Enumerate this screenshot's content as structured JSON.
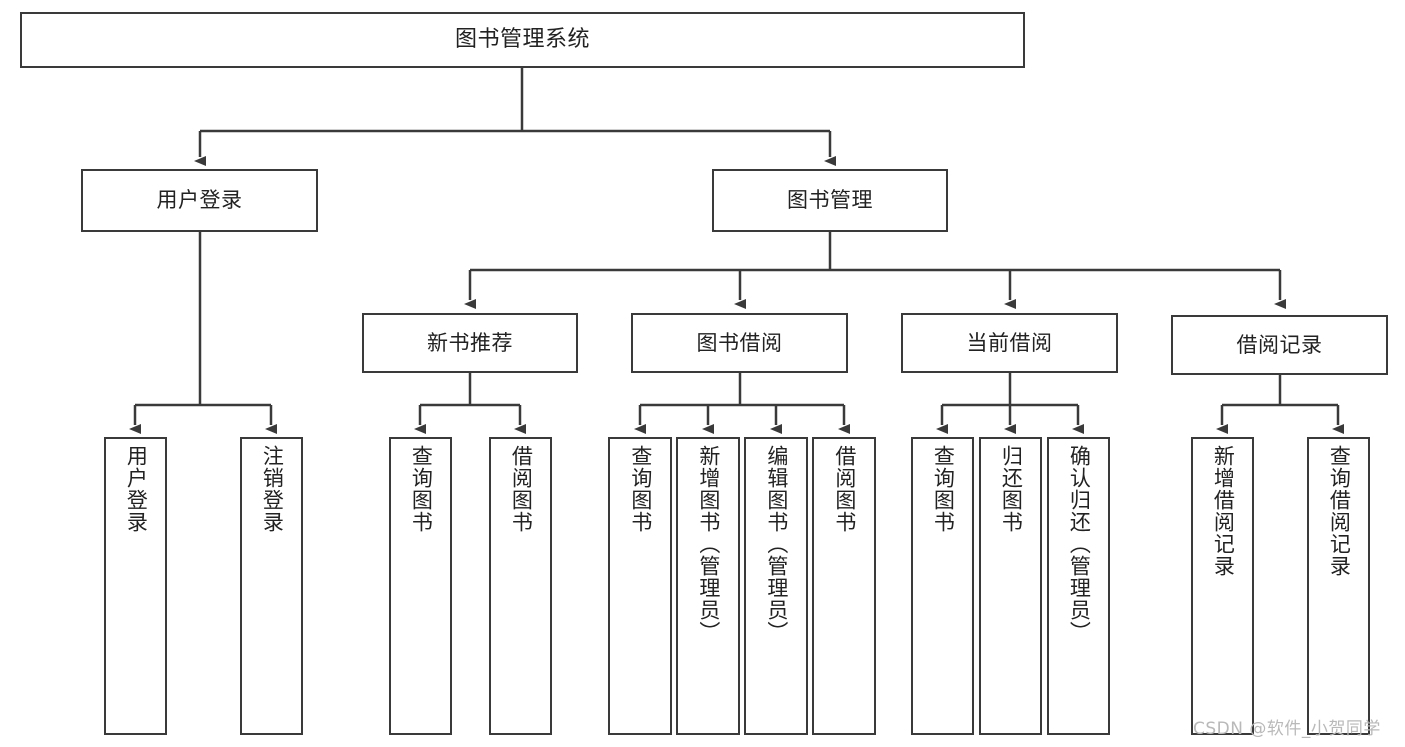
{
  "diagram": {
    "title": "图书管理系统",
    "watermark": "CSDN @软件_小贺同学",
    "line_color": "#3a3a3a",
    "box_fill": "#ffffff",
    "text_color": "#222222",
    "watermark_color": "#b9b9b9"
  },
  "nodes": {
    "root": {
      "label": "图书管理系统"
    },
    "user_login": {
      "label": "用户登录"
    },
    "book_manage": {
      "label": "图书管理"
    },
    "new_book_rec": {
      "label": "新书推荐"
    },
    "book_borrow": {
      "label": "图书借阅"
    },
    "current_borrow": {
      "label": "当前借阅"
    },
    "borrow_record": {
      "label": "借阅记录"
    },
    "leaf_user_login": {
      "label": "用户登录"
    },
    "leaf_logout": {
      "label": "注销登录"
    },
    "leaf_query_book_1": {
      "label": "查询图书"
    },
    "leaf_borrow_book_1": {
      "label": "借阅图书"
    },
    "leaf_query_book_2": {
      "label": "查询图书"
    },
    "leaf_add_book": {
      "label": "新增图书（管理员）"
    },
    "leaf_edit_book": {
      "label": "编辑图书（管理员）"
    },
    "leaf_borrow_book_2": {
      "label": "借阅图书"
    },
    "leaf_query_book_3": {
      "label": "查询图书"
    },
    "leaf_return_book": {
      "label": "归还图书"
    },
    "leaf_confirm_return": {
      "label": "确认归还（管理员）"
    },
    "leaf_add_record": {
      "label": "新增借阅记录"
    },
    "leaf_query_record": {
      "label": "查询借阅记录"
    }
  },
  "tree": {
    "root_label": "图书管理系统",
    "children": [
      {
        "label": "用户登录",
        "children": [
          {
            "label": "用户登录"
          },
          {
            "label": "注销登录"
          }
        ]
      },
      {
        "label": "图书管理",
        "children": [
          {
            "label": "新书推荐",
            "children": [
              {
                "label": "查询图书"
              },
              {
                "label": "借阅图书"
              }
            ]
          },
          {
            "label": "图书借阅",
            "children": [
              {
                "label": "查询图书"
              },
              {
                "label": "新增图书（管理员）"
              },
              {
                "label": "编辑图书（管理员）"
              },
              {
                "label": "借阅图书"
              }
            ]
          },
          {
            "label": "当前借阅",
            "children": [
              {
                "label": "查询图书"
              },
              {
                "label": "归还图书"
              },
              {
                "label": "确认归还（管理员）"
              }
            ]
          },
          {
            "label": "借阅记录",
            "children": [
              {
                "label": "新增借阅记录"
              },
              {
                "label": "查询借阅记录"
              }
            ]
          }
        ]
      }
    ]
  }
}
